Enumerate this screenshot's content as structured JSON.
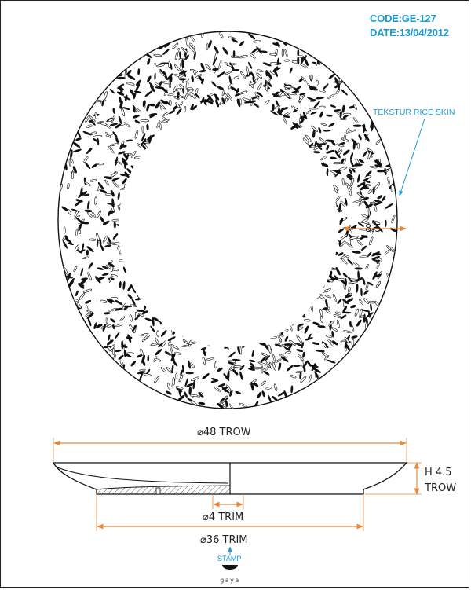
{
  "header": {
    "code": "CODE:GE-127",
    "date": "DATE:13/04/2012"
  },
  "top_view": {
    "texture_label": "TEKSTUR RICE SKIN",
    "rim_width": "8.5"
  },
  "side_view": {
    "outer_diameter": "⌀48 TROW",
    "height_line1": "H 4.5",
    "height_line2": "TROW",
    "foot_width": "⌀4 TRIM",
    "foot_diameter": "⌀36 TRIM"
  },
  "stamp": {
    "label": "STAMP",
    "mark": "gaya"
  },
  "colors": {
    "accent_blue": "#1a9ad6",
    "dimension_orange": "#e8893a",
    "line": "#222222"
  }
}
